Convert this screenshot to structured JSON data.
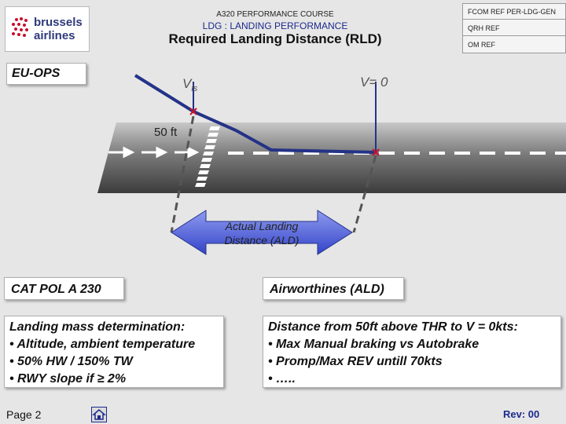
{
  "header": {
    "logo_line1": "brussels",
    "logo_line2": "airlines",
    "course": "A320 PERFORMANCE COURSE",
    "subtitle": "LDG : LANDING PERFORMANCE",
    "title": "Required Landing Distance (RLD)"
  },
  "refs": [
    "FCOM REF PER-LDG-GEN",
    "QRH REF",
    "OM REF"
  ],
  "diagram": {
    "vls_label": "V",
    "vls_sub": "ls",
    "v0_label": "V= 0",
    "height_label": "50 ft",
    "ald_line1": "Actual Landing",
    "ald_line2": "Distance (ALD)"
  },
  "eu_ops": "EU-OPS",
  "left": {
    "header": "CAT POL A 230",
    "heading": "Landing mass determination:",
    "bullets": [
      "• Altitude, ambient temperature",
      "• 50% HW /  150% TW",
      "• RWY slope if ≥ 2%"
    ]
  },
  "right": {
    "header": "Airworthines (ALD)",
    "heading": "Distance from 50ft above THR to V = 0kts:",
    "bullets": [
      "• Max Manual braking vs Autobrake",
      "• Promp/Max REV untill 70kts",
      "• ….."
    ]
  },
  "footer": {
    "page": "Page 2",
    "rev": "Rev: 00"
  },
  "colors": {
    "accent": "#1c2a8c",
    "arrow": "#2f3dab",
    "track": "#243287"
  }
}
